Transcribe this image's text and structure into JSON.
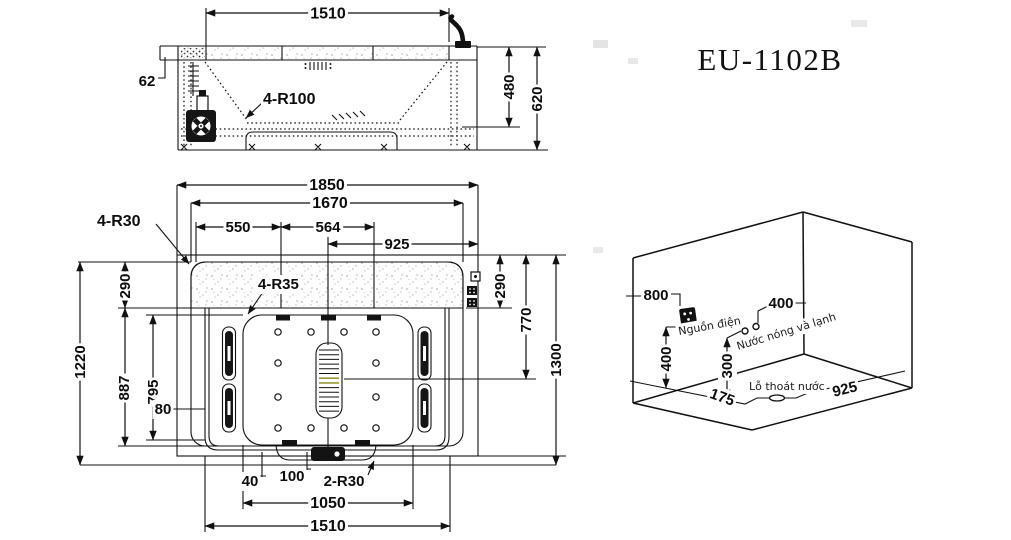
{
  "title": "EU-1102B",
  "side": {
    "width": "1510",
    "lip": "62",
    "depth": "480",
    "height": "620",
    "corner_radius": "4-R100"
  },
  "plan": {
    "overall_width": "1850",
    "rim_width": "1670",
    "deck_seg_left": "550",
    "deck_seg_center": "564",
    "half_width": "925",
    "outer_corner_radius": "4-R30",
    "floor_corner_radius": "4-R35",
    "deck_depth_left": "290",
    "deck_depth_right": "290",
    "overall_depth": "1220",
    "inner_depth": "887",
    "floor_depth": "795",
    "side_gap": "80",
    "center_depth": "770",
    "right_depth": "1300",
    "notch_offset": "40",
    "notch_width": "100",
    "notch_radius": "2-R30",
    "floor_width": "1050",
    "bottom_width": "1510"
  },
  "iso": {
    "power_height": "800",
    "power_drop": "400",
    "water_offset": "400",
    "water_drop": "300",
    "drain_left": "175",
    "drain_right": "925",
    "power_label": "Nguồn điện",
    "water_label": "Nước nóng và lạnh",
    "drain_label": "Lỗ thoát nước"
  }
}
